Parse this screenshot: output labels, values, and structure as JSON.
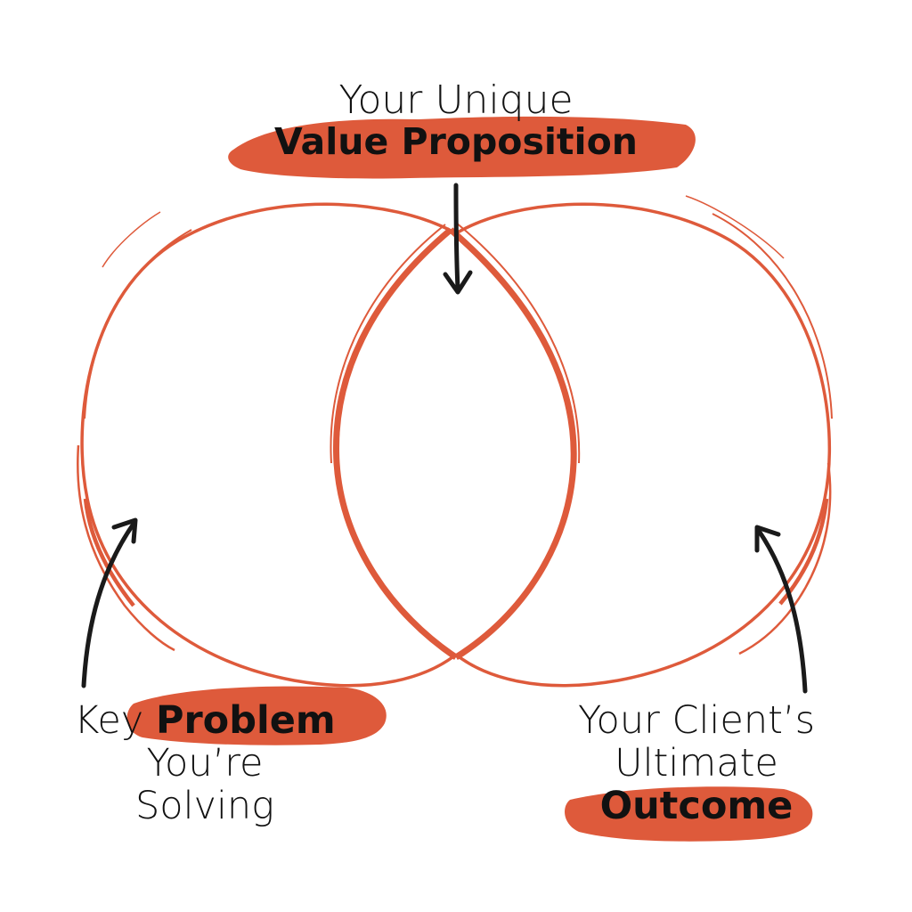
{
  "colors": {
    "accent": "#de5a3b",
    "text": "#111111",
    "arrow": "#1a1a1a",
    "background": "#ffffff"
  },
  "top_label": {
    "line1": "Your Unique",
    "line2": "Value Proposition"
  },
  "left_label": {
    "line1_light": "Key",
    "line1_bold": "Problem",
    "line2": "You’re",
    "line3": "Solving"
  },
  "right_label": {
    "line1": "Your Client’s",
    "line2": "Ultimate",
    "line3": "Outcome"
  }
}
